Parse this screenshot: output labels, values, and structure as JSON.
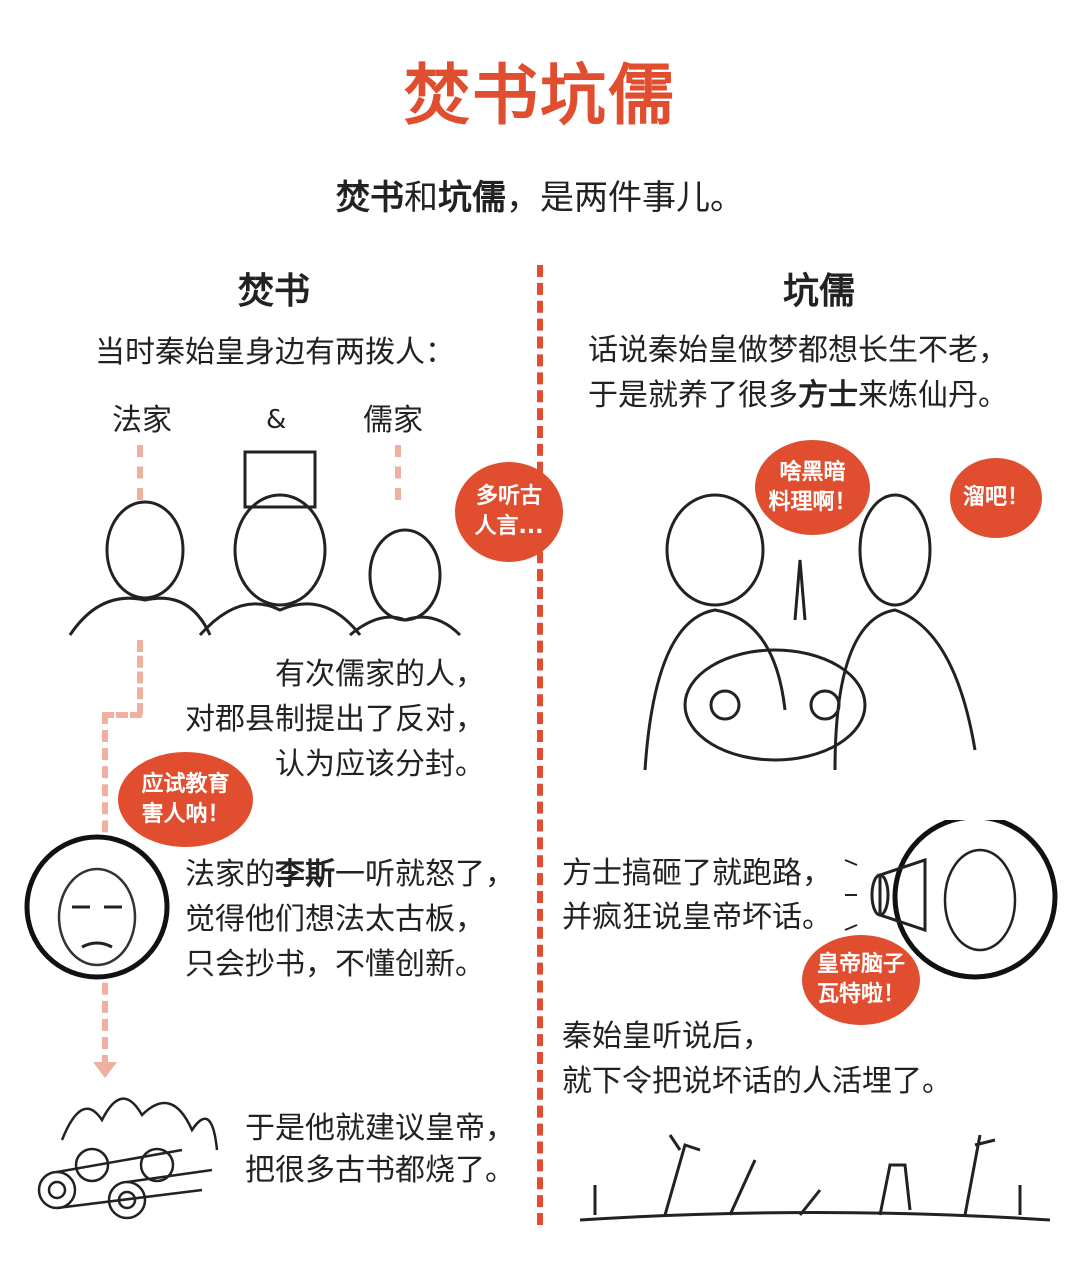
{
  "title": "焚书坑儒",
  "subtitle": {
    "part1": "焚书",
    "part2": "和",
    "part3": "坑儒",
    "part4": "，是两件事儿。"
  },
  "left": {
    "heading": "焚书",
    "intro": "当时秦始皇身边有两拨人：",
    "label_legalist": "法家",
    "label_and": "&",
    "label_confucian": "儒家",
    "bubble_confucian": [
      "多听古",
      "人言..."
    ],
    "para1": [
      "有次儒家的人，",
      "对郡县制提出了反对，",
      "认为应该分封。"
    ],
    "bubble_lisi": [
      "应试教育",
      "害人呐！"
    ],
    "para2": {
      "pre": "法家的",
      "bold": "李斯",
      "post": "一听就怒了，",
      "line2": "觉得他们想法太古板，",
      "line3": "只会抄书，不懂创新。"
    },
    "para3": [
      "于是他就建议皇帝，",
      "把很多古书都烧了。"
    ]
  },
  "right": {
    "heading": "坑儒",
    "intro": {
      "line1": "话说秦始皇做梦都想长生不老，",
      "pre": "于是就养了很多",
      "bold": "方士",
      "post": "来炼仙丹。"
    },
    "bubble_dark": [
      "啥黑暗",
      "料理啊！"
    ],
    "bubble_run": "溜吧！",
    "para1": [
      "方士搞砸了就跑路，",
      "并疯狂说皇帝坏话。"
    ],
    "bubble_crazy": [
      "皇帝脑子",
      "瓦特啦！"
    ],
    "para2": [
      "秦始皇听说后，",
      "就下令把说坏话的人活埋了。"
    ]
  },
  "colors": {
    "accent": "#e04e2f",
    "connector": "#f0b0a0",
    "text": "#222222"
  }
}
